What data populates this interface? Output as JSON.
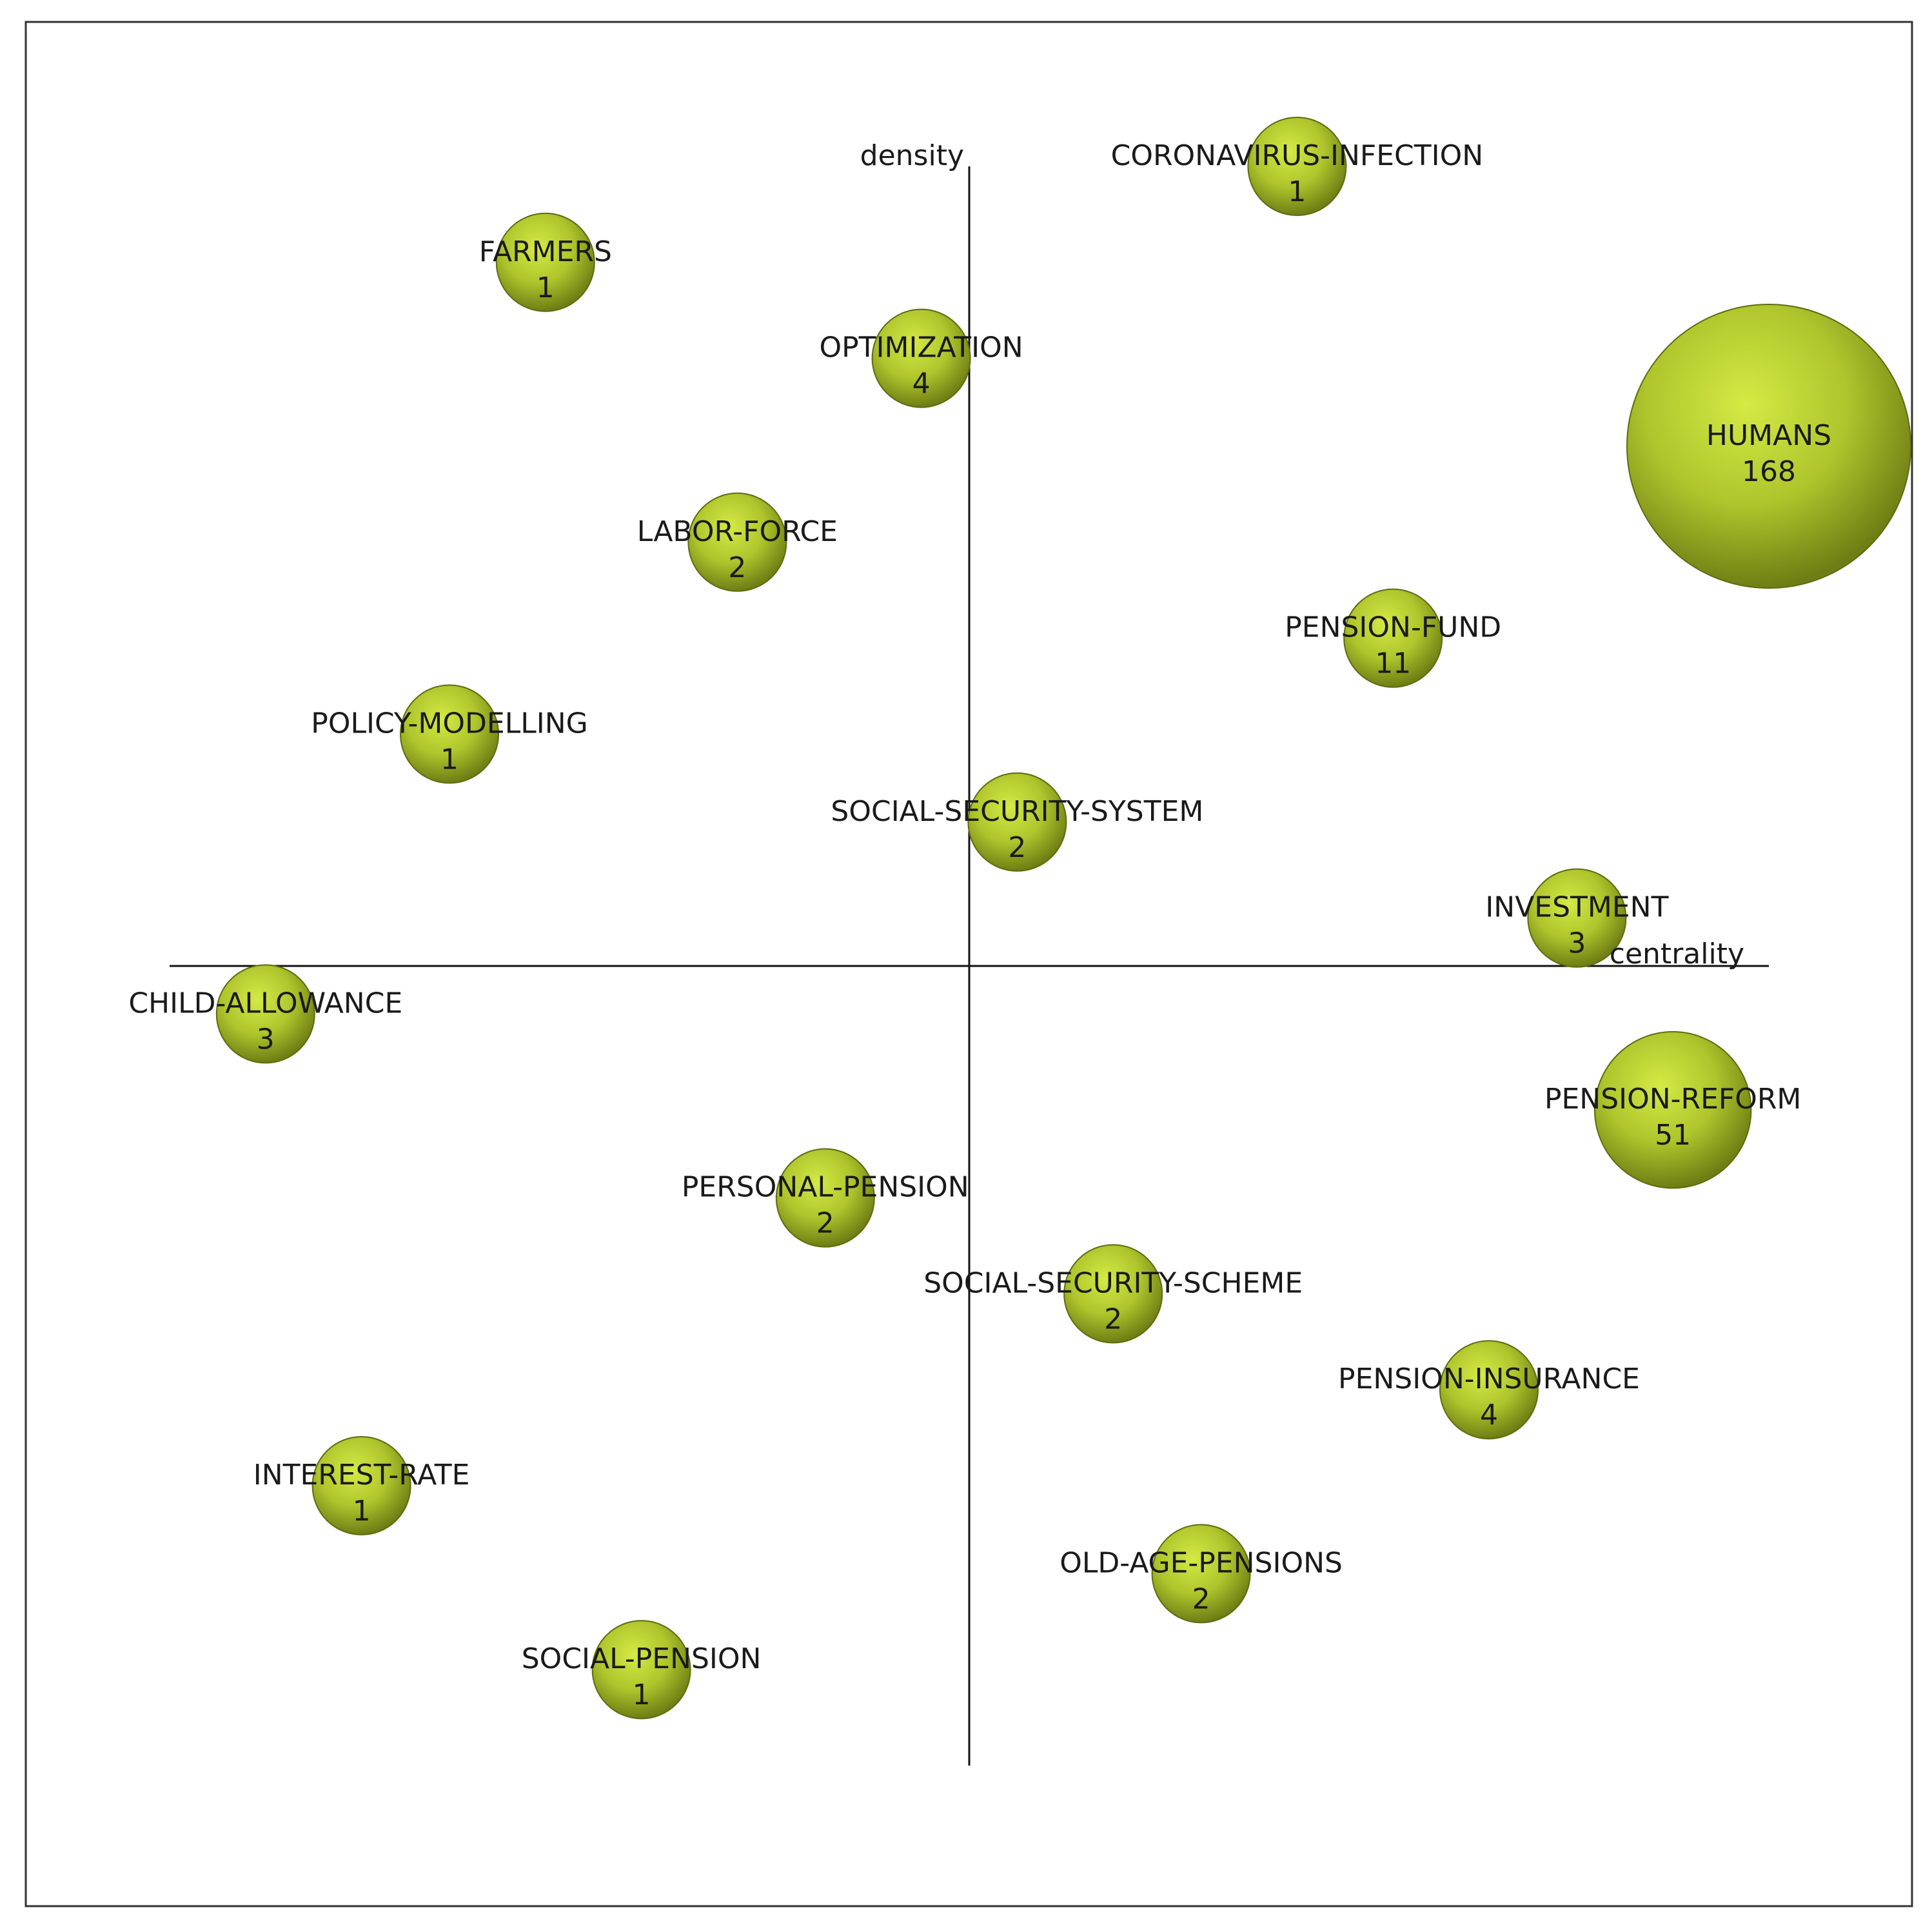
{
  "chart_data": {
    "type": "scatter",
    "title": "",
    "axes": {
      "x_label": "centrality",
      "y_label": "density",
      "x_range": [
        -1,
        1
      ],
      "y_range": [
        -1,
        1
      ]
    },
    "grid": false,
    "legend": "none",
    "bubble_color": "#a9c22a",
    "bubble_edge_color": "#5f6b0f",
    "series": [
      {
        "points": [
          {
            "label": "CORONAVIRUS-INFECTION",
            "value": "1",
            "count": 1,
            "x": 0.41,
            "y": 1.0
          },
          {
            "label": "FARMERS",
            "value": "1",
            "count": 1,
            "x": -0.53,
            "y": 0.88
          },
          {
            "label": "OPTIMIZATION",
            "value": "4",
            "count": 4,
            "x": -0.06,
            "y": 0.76
          },
          {
            "label": "HUMANS",
            "value": "168",
            "count": 168,
            "x": 1.0,
            "y": 0.65
          },
          {
            "label": "LABOR-FORCE",
            "value": "2",
            "count": 2,
            "x": -0.29,
            "y": 0.53
          },
          {
            "label": "PENSION-FUND",
            "value": "11",
            "count": 11,
            "x": 0.53,
            "y": 0.41
          },
          {
            "label": "POLICY-MODELLING",
            "value": "1",
            "count": 1,
            "x": -0.65,
            "y": 0.29
          },
          {
            "label": "SOCIAL-SECURITY-SYSTEM",
            "value": "2",
            "count": 2,
            "x": 0.06,
            "y": 0.18
          },
          {
            "label": "INVESTMENT",
            "value": "3",
            "count": 3,
            "x": 0.76,
            "y": 0.06
          },
          {
            "label": "CHILD-ALLOWANCE",
            "value": "3",
            "count": 3,
            "x": -0.88,
            "y": -0.06
          },
          {
            "label": "PENSION-REFORM",
            "value": "51",
            "count": 51,
            "x": 0.88,
            "y": -0.18
          },
          {
            "label": "PERSONAL-PENSION",
            "value": "2",
            "count": 2,
            "x": -0.18,
            "y": -0.29
          },
          {
            "label": "SOCIAL-SECURITY-SCHEME",
            "value": "2",
            "count": 2,
            "x": 0.18,
            "y": -0.41
          },
          {
            "label": "PENSION-INSURANCE",
            "value": "4",
            "count": 4,
            "x": 0.65,
            "y": -0.53
          },
          {
            "label": "INTEREST-RATE",
            "value": "1",
            "count": 1,
            "x": -0.76,
            "y": -0.65
          },
          {
            "label": "OLD-AGE-PENSIONS",
            "value": "2",
            "count": 2,
            "x": 0.29,
            "y": -0.76
          },
          {
            "label": "SOCIAL-PENSION",
            "value": "1",
            "count": 1,
            "x": -0.41,
            "y": -0.88
          }
        ]
      }
    ]
  }
}
